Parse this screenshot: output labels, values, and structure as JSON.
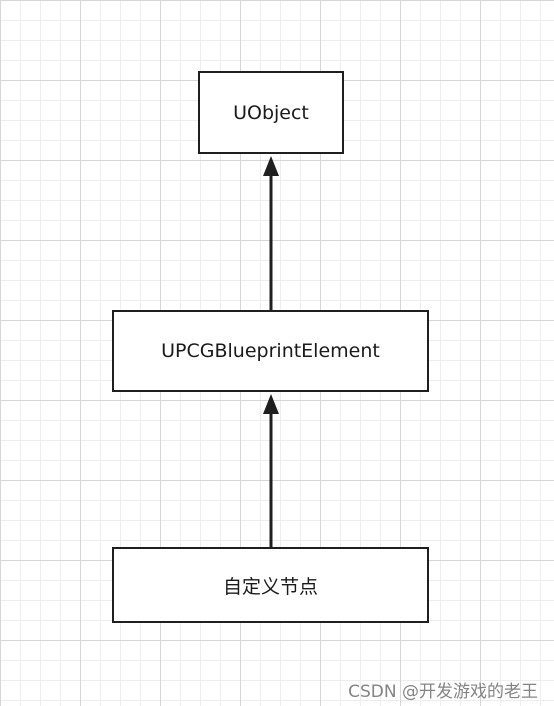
{
  "nodes": {
    "uobject": {
      "label": "UObject"
    },
    "blueprint_element": {
      "label": "UPCGBlueprintElement"
    },
    "custom_node": {
      "label": "自定义节点"
    }
  },
  "edges": [
    {
      "from": "blueprint_element",
      "to": "uobject",
      "style": "inheritance-arrow"
    },
    {
      "from": "custom_node",
      "to": "blueprint_element",
      "style": "inheritance-arrow"
    }
  ],
  "watermark": {
    "text": "CSDN @开发游戏的老王"
  },
  "colors": {
    "stroke": "#1f1f1f",
    "grid_major": "#d6d6d6",
    "grid_minor": "#ededed"
  }
}
